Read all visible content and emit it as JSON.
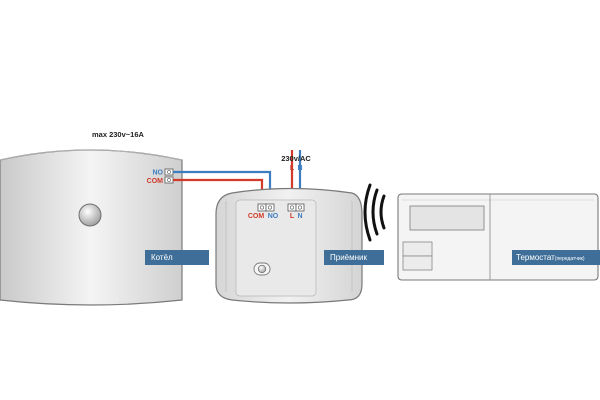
{
  "boiler": {
    "rating": "max 230v~16A",
    "no_label": "NO",
    "com_label": "COM",
    "tag": "Котёл"
  },
  "receiver": {
    "com_label": "COM",
    "no_label": "NO",
    "l_label": "L",
    "n_label": "N",
    "tag": "Приёмник"
  },
  "supply": {
    "voltage": "230v/AC",
    "l_label": "L",
    "n_label": "N"
  },
  "thermostat": {
    "tag_main": "Термостат",
    "tag_sub": "(передатчик)"
  },
  "colors": {
    "live_wire": "#d23a2a",
    "neutral_wire": "#3c7cc0",
    "label_bg": "#3f6f98",
    "device_body": "#ededed",
    "device_outline": "#7a7a7a"
  }
}
